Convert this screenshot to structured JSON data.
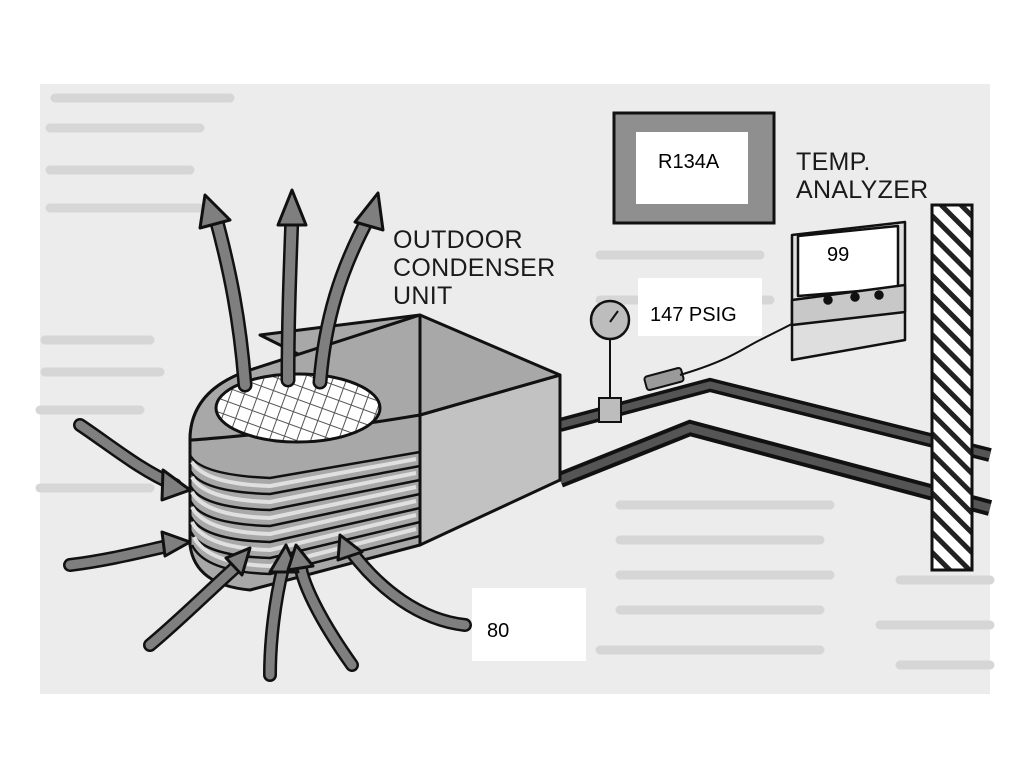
{
  "diagram": {
    "unit_label": [
      "OUTDOOR",
      "CONDENSER",
      "UNIT"
    ],
    "analyzer_label": [
      "TEMP.",
      "ANALYZER"
    ],
    "refrigerant": "R134A",
    "analyzer_reading": "99",
    "gauge_reading": "147 PSIG",
    "ambient_reading": "80"
  },
  "colors": {
    "background": "#ececec",
    "unit_body": "#a6a6a6",
    "unit_side": "#c4c4c4",
    "arrow_fill": "#7f7f7f",
    "line": "#111111",
    "refrigerant_box": "#8f8f8f"
  }
}
